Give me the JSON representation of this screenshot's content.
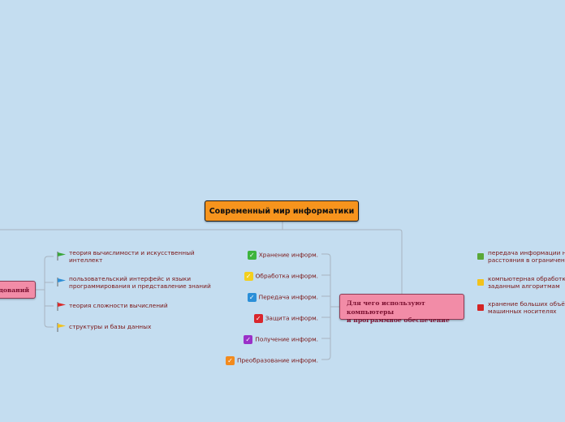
{
  "root": {
    "title": "Современный мир информатики"
  },
  "left_branch": {
    "title": "едований",
    "items": [
      {
        "text": [
          "теория вычислимости и искусственный",
          "интеллект"
        ],
        "icon": "green-flag-icon",
        "color": "#3aa63a"
      },
      {
        "text": [
          "пользовательский интерфейс и языки",
          "программирования и представление знаний"
        ],
        "icon": "blue-flag-icon",
        "color": "#2f8fd6"
      },
      {
        "text": [
          "теория сложности вычислений"
        ],
        "icon": "red-flag-icon",
        "color": "#d92a2a"
      },
      {
        "text": [
          "структуры и базы данных"
        ],
        "icon": "yellow-flag-icon",
        "color": "#f2c21b"
      }
    ]
  },
  "middle_branch": {
    "title_lines": [
      "Для чего используют компьютеры",
      "и программное обеспечение"
    ],
    "items": [
      {
        "text": "Хранение информ.",
        "icon": "green-check-icon",
        "color": "#3db43d"
      },
      {
        "text": "Обработка информ.",
        "icon": "yellow-check-icon",
        "color": "#f3cf1f"
      },
      {
        "text": "Передача информ.",
        "icon": "blue-check-icon",
        "color": "#2b8fd8"
      },
      {
        "text": "Защита информ.",
        "icon": "red-check-icon",
        "color": "#d9262c"
      },
      {
        "text": "Получение информ.",
        "icon": "purple-check-icon",
        "color": "#9a30c8"
      },
      {
        "text": "Преобразование информ.",
        "icon": "orange-check-icon",
        "color": "#f28a1d"
      }
    ]
  },
  "right_branch": {
    "items": [
      {
        "text": [
          "передача информации н",
          "расстояния в ограничен"
        ],
        "icon": "green-book-icon",
        "color": "#5aa838"
      },
      {
        "text": [
          "компьютерная обработк",
          "заданным алгоритмам"
        ],
        "icon": "yellow-square-icon",
        "color": "#f2c21b"
      },
      {
        "text": [
          "хранение больших объё",
          "машинных носителях"
        ],
        "icon": "red-square-icon",
        "color": "#d42424"
      }
    ]
  }
}
